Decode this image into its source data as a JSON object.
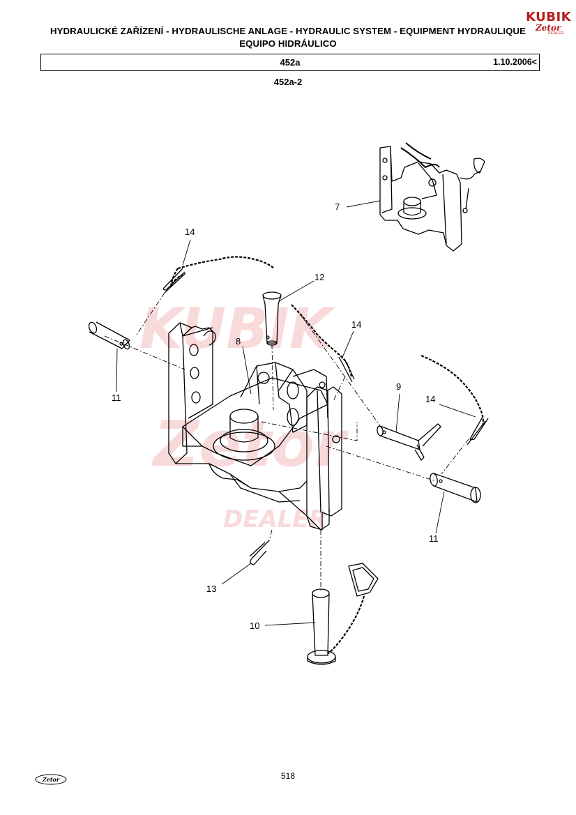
{
  "header": {
    "title_line1": "HYDRAULICKÉ ZAŘÍZENÍ - HYDRAULISCHE ANLAGE - HYDRAULIC SYSTEM - EQUIPMENT HYDRAULIQUE",
    "title_line2": "EQUIPO HIDRÁULICO",
    "section_code": "452a",
    "date": "1.10.2006<",
    "sub_code": "452a-2"
  },
  "brand": {
    "logo_text": "KUBIK",
    "logo_subtext": "Zetor",
    "logo_dealer": "DEALER",
    "color": "#b71c1c"
  },
  "watermark": {
    "logo_text": "KUBIK",
    "logo_subtext": "Zetor",
    "logo_dealer": "DEALER",
    "color": "#e25b5b"
  },
  "callouts": {
    "c7": "7",
    "c14a": "14",
    "c12": "12",
    "c14b": "14",
    "c8": "8",
    "c11a": "11",
    "c9": "9",
    "c14c": "14",
    "c11b": "11",
    "c13": "13",
    "c10": "10"
  },
  "footer": {
    "page_number": "518",
    "logo_text": "Zetor"
  }
}
